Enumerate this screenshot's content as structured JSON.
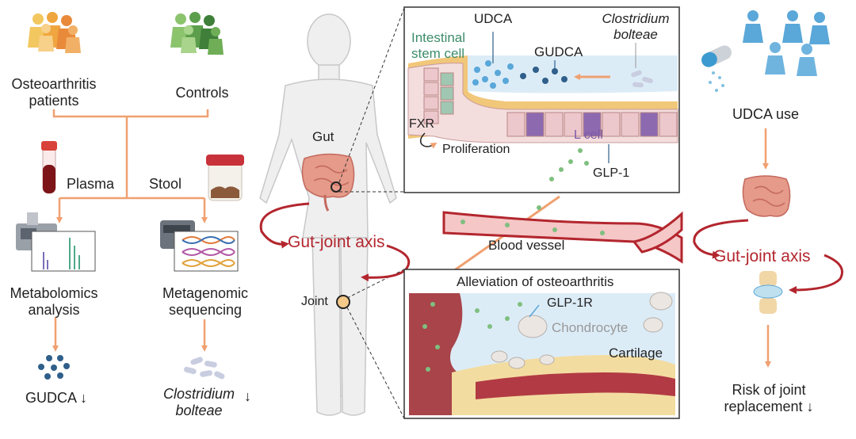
{
  "left": {
    "patients_line1": "Osteoarthritis",
    "patients_line2": "patients",
    "controls": "Controls",
    "plasma": "Plasma",
    "stool": "Stool",
    "metabolomics_line1": "Metabolomics",
    "metabolomics_line2": "analysis",
    "metagenomic_line1": "Metagenomic",
    "metagenomic_line2": "sequencing",
    "gudca_result": "GUDCA ↓",
    "clostridium_line1": "Clostridium",
    "clostridium_line2": "bolteae",
    "down_arrow": "↓"
  },
  "center": {
    "gut": "Gut",
    "gut_joint_axis": "Gut-joint axis",
    "joint": "Joint",
    "blood_vessel": "Blood vessel"
  },
  "intestine_panel": {
    "udca": "UDCA",
    "clostridium_line1": "Clostridium",
    "clostridium_line2": "bolteae",
    "stem_line1": "Intestinal",
    "stem_line2": "stem cell",
    "gudca": "GUDCA",
    "fxr": "FXR",
    "proliferation": "Proliferation",
    "l_cell": "L cell",
    "glp1": "GLP-1"
  },
  "cartilage_panel": {
    "title": "Alleviation of osteoarthritis",
    "glp1r": "GLP-1R",
    "chondrocyte": "Chondrocyte",
    "cartilage": "Cartilage"
  },
  "right": {
    "udca_use": "UDCA use",
    "gut_joint_axis": "Gut-joint axis",
    "risk_line1": "Risk of joint",
    "risk_line2": "replacement ↓"
  },
  "colors": {
    "arrow_orange": "#f0a070",
    "axis_red": "#b3262e",
    "stem_green": "#3c8c6a",
    "lcell_purple": "#7b5aa6",
    "people_blue": "#5aa7d9",
    "controls_green": "#5c9e4c",
    "patients_orange": "#eea34a",
    "dot_navy": "#2f5f8a",
    "chondrocyte_gray": "#999999"
  }
}
